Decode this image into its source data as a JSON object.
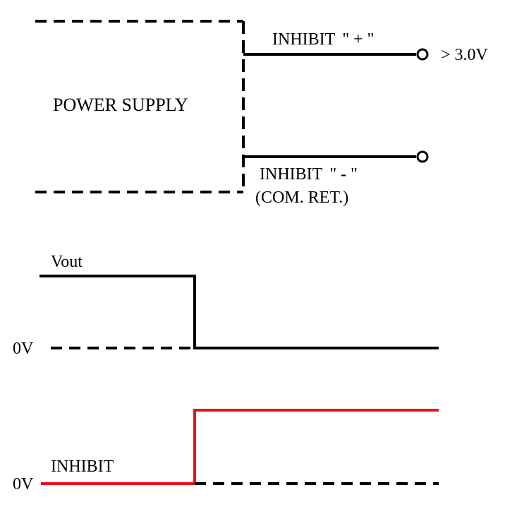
{
  "block_label": "POWER SUPPLY",
  "inhibit_plus": {
    "label": "INHIBIT",
    "polarity": "\" + \""
  },
  "threshold": "> 3.0V",
  "inhibit_minus": {
    "label": "INHIBIT",
    "polarity_open": "\"",
    "polarity_sign": "-",
    "polarity_close": "\"",
    "sublabel": "(COM.  RET.)"
  },
  "vout_waveform": {
    "label": "Vout",
    "zero_label": "0V"
  },
  "inhibit_waveform": {
    "label": "INHIBIT",
    "zero_label": "0V"
  },
  "colors": {
    "inhibit_signal": "#e8141c",
    "lines": "#000000",
    "background": "#ffffff"
  }
}
